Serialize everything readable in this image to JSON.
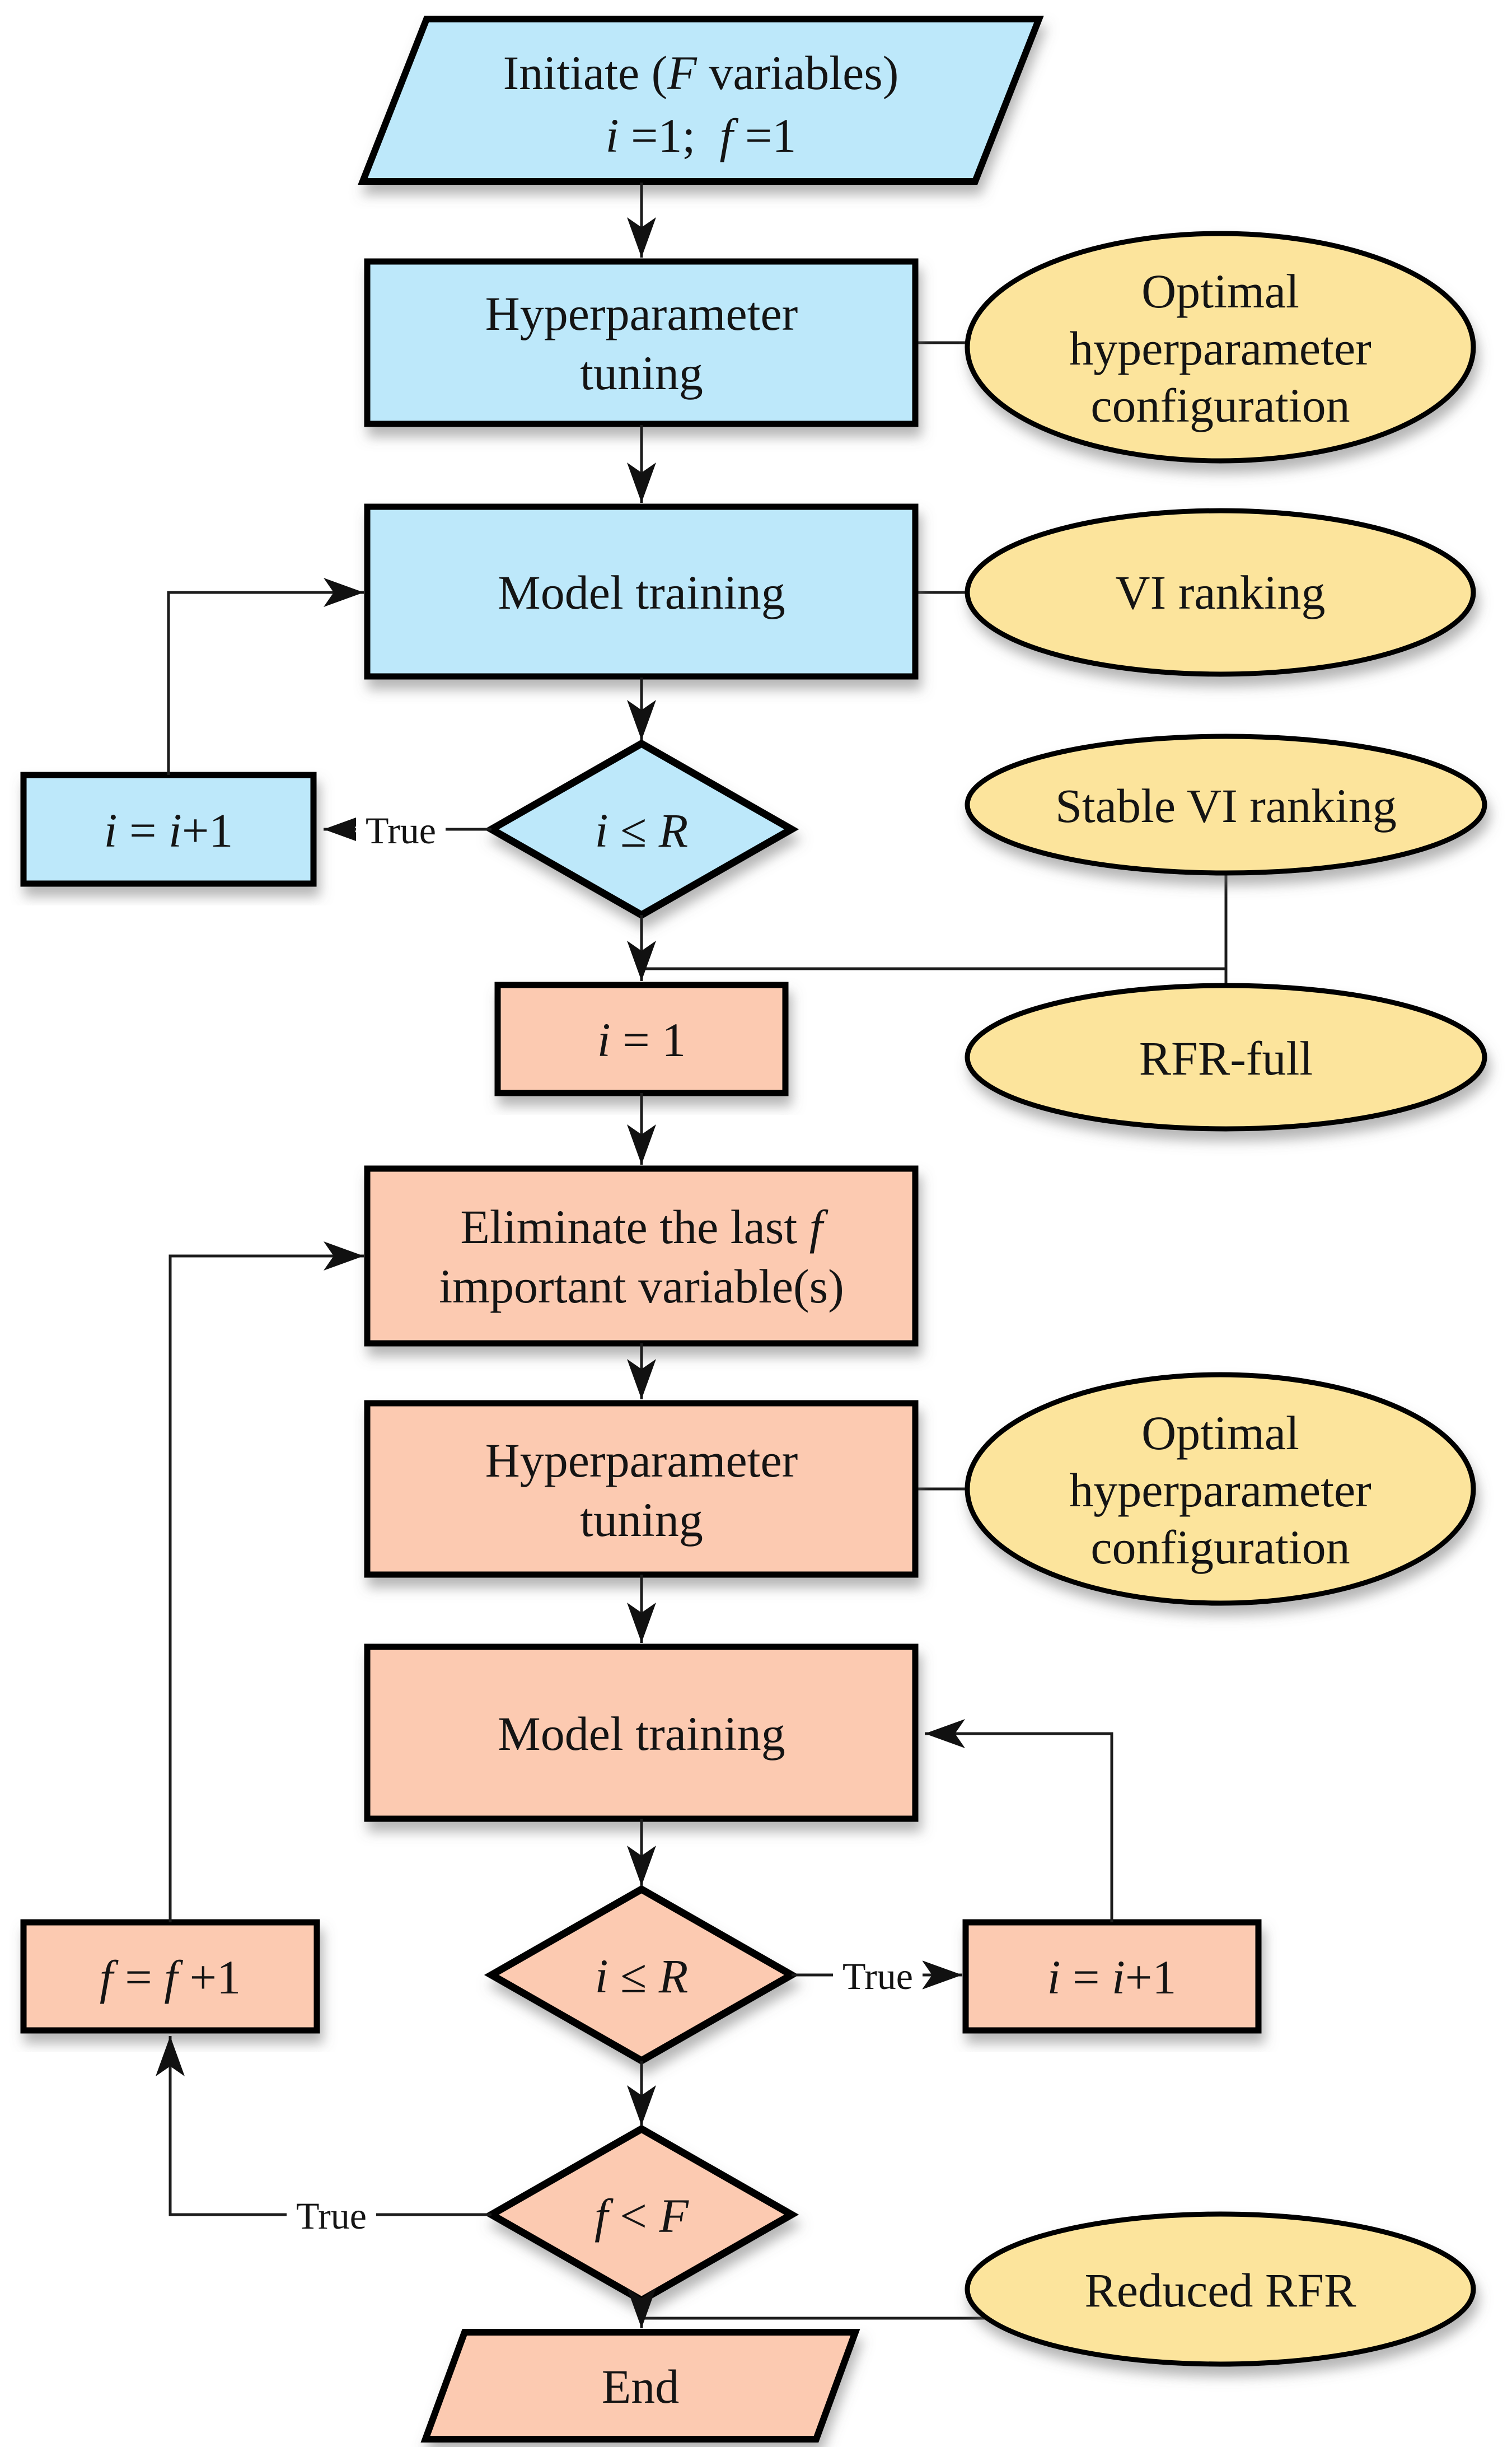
{
  "diagram_type": "flowchart",
  "colors": {
    "process_blue": "#bde8fa",
    "process_orange": "#fccab1",
    "callout_yellow": "#fce49c",
    "shape_stroke": "#000000",
    "connector": "#1c1c1c",
    "background": "#ffffff"
  },
  "nodes": {
    "init": {
      "line1_segs": [
        {
          "t": "Initiate (",
          "i": 0
        },
        {
          "t": "F",
          "i": 1
        },
        {
          "t": " variables)",
          "i": 0
        }
      ],
      "line2_segs": [
        {
          "t": "i",
          "i": 1
        },
        {
          "t": " =1;  ",
          "i": 0
        },
        {
          "t": "f",
          "i": 1
        },
        {
          "t": " =1",
          "i": 0
        }
      ]
    },
    "hyp1": {
      "line1": "Hyperparameter",
      "line2": "tuning"
    },
    "opt1": {
      "line1": "Optimal",
      "line2": "hyperparameter",
      "line3": "configuration"
    },
    "train1": {
      "label": "Model training"
    },
    "vi": {
      "label": "VI ranking"
    },
    "dec1": {
      "segs": [
        {
          "t": "i",
          "i": 1
        },
        {
          "t": " ≤ ",
          "i": 0
        },
        {
          "t": "R",
          "i": 1
        }
      ]
    },
    "inc1": {
      "segs": [
        {
          "t": "i",
          "i": 1
        },
        {
          "t": " = ",
          "i": 0
        },
        {
          "t": "i",
          "i": 1
        },
        {
          "t": "+1",
          "i": 0
        }
      ]
    },
    "stable": {
      "label": "Stable VI ranking"
    },
    "rfr_full": {
      "label": "RFR-full"
    },
    "i_reset": {
      "segs": [
        {
          "t": "i",
          "i": 1
        },
        {
          "t": " = 1",
          "i": 0
        }
      ]
    },
    "elim": {
      "line1_segs": [
        {
          "t": "Eliminate the last ",
          "i": 0
        },
        {
          "t": "f",
          "i": 1
        }
      ],
      "line2": "important variable(s)"
    },
    "hyp2": {
      "line1": "Hyperparameter",
      "line2": "tuning"
    },
    "opt2": {
      "line1": "Optimal",
      "line2": "hyperparameter",
      "line3": "configuration"
    },
    "train2": {
      "label": "Model training"
    },
    "dec2": {
      "segs": [
        {
          "t": "i",
          "i": 1
        },
        {
          "t": " ≤ ",
          "i": 0
        },
        {
          "t": "R",
          "i": 1
        }
      ]
    },
    "inc2": {
      "segs": [
        {
          "t": "i",
          "i": 1
        },
        {
          "t": " = ",
          "i": 0
        },
        {
          "t": "i",
          "i": 1
        },
        {
          "t": "+1",
          "i": 0
        }
      ]
    },
    "f_inc": {
      "segs": [
        {
          "t": "f",
          "i": 1
        },
        {
          "t": " = ",
          "i": 0
        },
        {
          "t": "f",
          "i": 1
        },
        {
          "t": " +1",
          "i": 0
        }
      ]
    },
    "dec3": {
      "segs": [
        {
          "t": "f",
          "i": 1
        },
        {
          "t": " < ",
          "i": 0
        },
        {
          "t": "F",
          "i": 1
        }
      ]
    },
    "reduced": {
      "label": "Reduced RFR"
    },
    "end": {
      "label": "End"
    }
  },
  "edge_labels": {
    "true1": "True",
    "true2": "True",
    "true3": "True"
  }
}
